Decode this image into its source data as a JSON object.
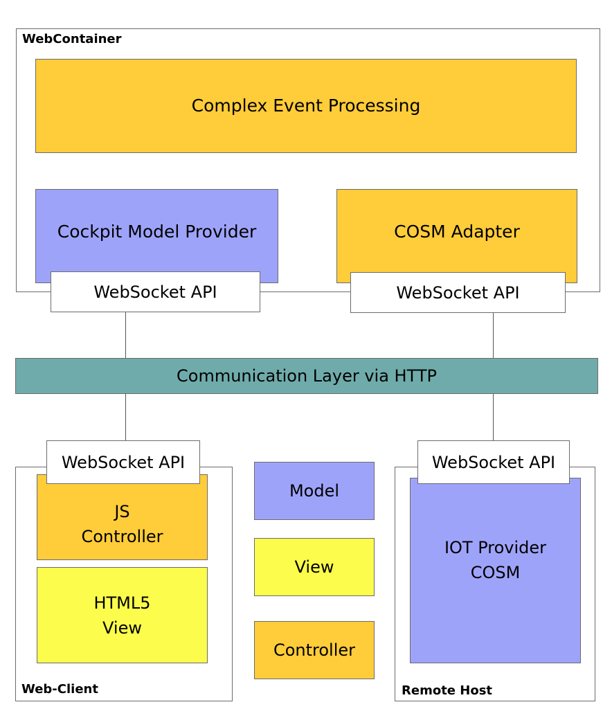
{
  "web_container": {
    "label": "WebContainer",
    "cep": "Complex Event Processing",
    "cockpit": "Cockpit Model Provider",
    "cosm_adapter": "COSM Adapter",
    "api_left": "WebSocket API",
    "api_right": "WebSocket API"
  },
  "communication_layer": "Communication Layer via HTTP",
  "web_client": {
    "label": "Web-Client",
    "api": "WebSocket API",
    "controller_line1": "JS",
    "controller_line2": "Controller",
    "view_line1": "HTML5",
    "view_line2": "View"
  },
  "legend": {
    "model": "Model",
    "view": "View",
    "controller": "Controller"
  },
  "remote_host": {
    "label": "Remote Host",
    "api": "WebSocket API",
    "provider_line1": "IOT Provider",
    "provider_line2": "COSM"
  },
  "colors": {
    "orange": "#ffcc3a",
    "purple": "#9ea3fa",
    "yellow": "#fbfc4c",
    "teal": "#70abab"
  }
}
